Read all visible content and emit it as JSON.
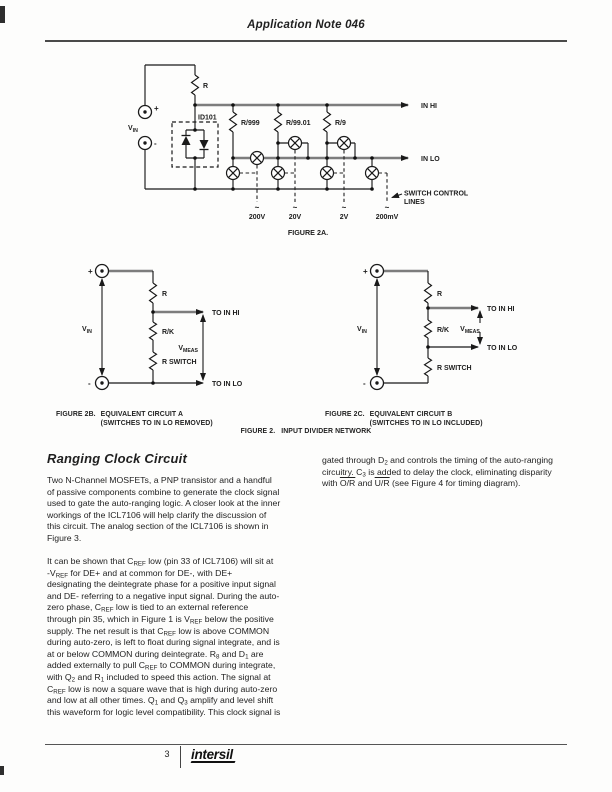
{
  "header": {
    "title": "Application Note 046"
  },
  "figure2a": {
    "caption": "FIGURE 2A.",
    "plus": "+",
    "minus": "-",
    "v": "V",
    "vin_sub": "IN",
    "id101": "ID101",
    "r": "R",
    "r999": "R/999",
    "r99_01": "R/99.01",
    "r9": "R/9",
    "in_hi": "IN HI",
    "in_lo": "IN LO",
    "switch_control_1": "SWITCH CONTROL",
    "switch_control_2": "LINES",
    "tilde": "~",
    "v200": "200V",
    "v20": "20V",
    "v2": "2V",
    "v200mv": "200mV"
  },
  "figure2b": {
    "fig": "FIGURE 2B.",
    "cap1": "EQUIVALENT CIRCUIT A",
    "cap2": "(SWITCHES TO IN LO REMOVED)",
    "plus": "+",
    "minus": "-",
    "v": "V",
    "vin_sub": "IN",
    "r": "R",
    "rk": "R/K",
    "rswitch": "R SWITCH",
    "to_in_hi": "TO IN HI",
    "to_in_lo": "TO IN LO",
    "vmeas_v": "V",
    "vmeas_sub": "MEAS"
  },
  "figure2c": {
    "fig": "FIGURE 2C.",
    "cap1": "EQUIVALENT CIRCUIT B",
    "cap2": "(SWITCHES TO IN LO INCLUDED)",
    "plus": "+",
    "minus": "-",
    "v": "V",
    "vin_sub": "IN",
    "r": "R",
    "rk": "R/K",
    "rswitch": "R SWITCH",
    "to_in_hi": "TO IN HI",
    "to_in_lo": "TO IN LO",
    "vmeas_v": "V",
    "vmeas_sub": "MEAS"
  },
  "figure2": {
    "fig": "FIGURE 2.",
    "title": "INPUT DIVIDER NETWORK"
  },
  "body": {
    "heading": "Ranging Clock Circuit",
    "col1_para1": [
      "Two N-Channel MOSFETs, a PNP transistor and a handful",
      "of passive components combine to generate the clock signal",
      "used to gate the auto-ranging logic. A closer look at the inner",
      "workings of the ICL7106 will help clarify the discussion of",
      "this circuit. The analog section of the ICL7106 is shown in",
      "Figure 3."
    ],
    "col1_para2": [
      "It can be shown that C~REF~ low (pin 33 of ICL7106) will sit at",
      "-V~REF~ for DE+ and at common for DE-, with DE+",
      "designating the deintegrate phase for a positive input signal",
      "and DE- referring to a negative input signal. During the auto-",
      "zero phase, C~REF~ low is tied to an external reference",
      "through pin 35, which in Figure 1 is V~REF~ below the positive",
      "supply. The net result is that C~REF~ low is above COMMON",
      "during auto-zero, is left to float during signal integrate, and is",
      "at or below COMMON during deintegrate. R~8~ and D~1~ are",
      "added externally to pull C~REF~ to COMMON during integrate,",
      "with Q~2~ and R~1~ included to speed this action. The signal at",
      "C~REF~ low is now a square wave that is high during auto-zero",
      "and low at all other times. Q~1~ and Q~3~ amplify and level shift",
      "this waveform for logic level compatibility. This clock signal is"
    ],
    "col2_para1": [
      "gated through D~2~ and controls the timing of the auto-ranging",
      "circuitry. C~3~ is added to delay the clock, eliminating disparity",
      "with ^O/R^ and ^U/R^ (see Figure 4 for timing diagram)."
    ]
  },
  "footer": {
    "page_number": "3",
    "brand": "intersil"
  }
}
